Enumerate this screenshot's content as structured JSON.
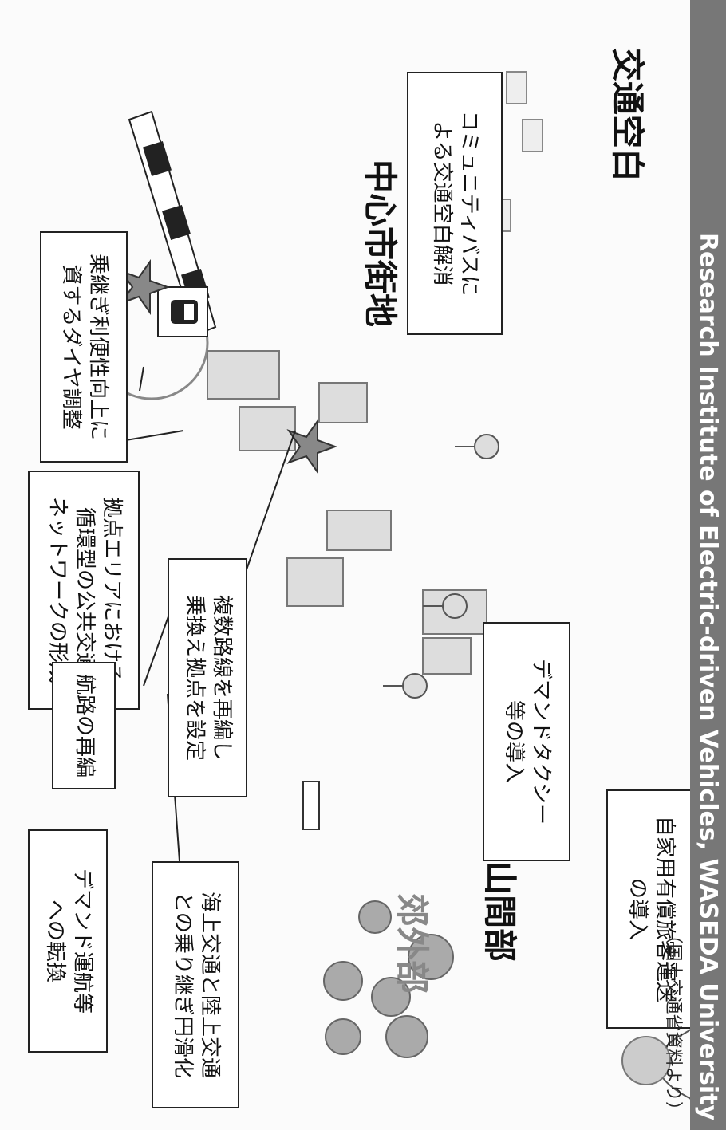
{
  "labels": {
    "area_kotsu_kuhaku": "交通空白",
    "area_sankanbu": "山間部",
    "area_chushin_shigaichi": "中心市街地",
    "area_kogai": "郊外部"
  },
  "callouts": {
    "community_bus": [
      "コミュニティバスに",
      "よる交通空白解消"
    ],
    "jikayo": [
      "自家用有償旅客運送",
      "の導入"
    ],
    "demand_taxi": [
      "デマンドタクシー",
      "等の導入"
    ],
    "fukusu_rosen": [
      "複数路線を再編し",
      "乗換え拠点を設定"
    ],
    "kyoten_area": [
      "拠点エリアにおける",
      "循環型の公共交通",
      "ネットワークの形成"
    ],
    "norikae": [
      "乗継ぎ利便性向上に",
      "資するダイヤ調整"
    ],
    "kaijo": [
      "海上交通と陸上交通",
      "との乗り継ぎ円滑化"
    ],
    "koro": [
      "航路の再編"
    ],
    "demand_unko": [
      "デマンド運航等",
      "への転換"
    ]
  },
  "footer": {
    "credit": "Research Institute of Electric-driven Vehicles, WASEDA University",
    "source": "（国土交通省資料より）"
  },
  "colors": {
    "footer_bg": "#777777",
    "box_border": "#222222",
    "sketch": "#9a9a9a"
  }
}
